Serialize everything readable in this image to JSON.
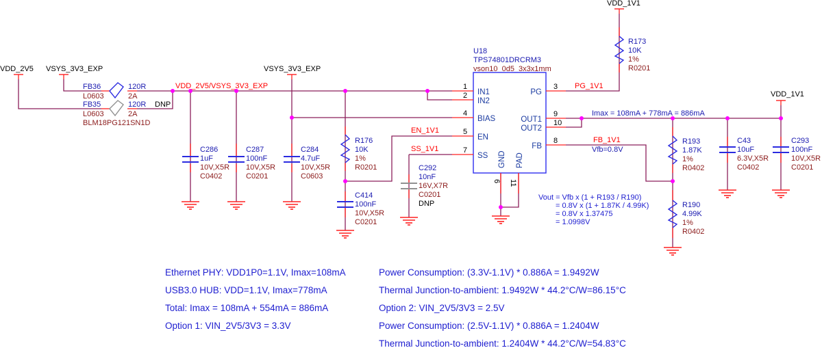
{
  "power_ports": {
    "vdd_2v5_left": "VDD_2V5",
    "vsys_left": "VSYS_3V3_EXP",
    "vsys_mid": "VSYS_3V3_EXP",
    "vdd_1v1_top": "VDD_1V1",
    "vdd_1v1_right": "VDD_1V1"
  },
  "nets": {
    "input_rail": "VDD_2V5/VSYS_3V3_EXP",
    "en": "EN_1V1",
    "ss": "SS_1V1",
    "pg": "PG_1V1",
    "fb": "FB_1V1",
    "fb_note": "Vfb=0.8V",
    "out_note": "Imax = 108mA + 778mA = 886mA"
  },
  "ferrite_beads": [
    {
      "ref": "FB36",
      "value": "120R",
      "footprint": "L0603",
      "rating": "2A",
      "dnp": ""
    },
    {
      "ref": "FB35",
      "value": "120R",
      "footprint": "L0603",
      "rating": "2A",
      "dnp": "DNP",
      "part": "BLM18PG121SN1D"
    }
  ],
  "ic": {
    "ref": "U18",
    "part": "TPS74801DRCRM3",
    "package": "vson10_0d5_3x3x1mm",
    "pins": {
      "in1": {
        "num": "1",
        "name": "IN1"
      },
      "in2": {
        "num": "2",
        "name": "IN2"
      },
      "bias": {
        "num": "4",
        "name": "BIAS"
      },
      "en": {
        "num": "5",
        "name": "EN"
      },
      "ss": {
        "num": "7",
        "name": "SS"
      },
      "gnd": {
        "num": "6",
        "name": "GND"
      },
      "pad": {
        "num": "11",
        "name": "PAD"
      },
      "pg": {
        "num": "3",
        "name": "PG"
      },
      "out1": {
        "num": "9",
        "name": "OUT1"
      },
      "out2": {
        "num": "10",
        "name": "OUT2"
      },
      "fb": {
        "num": "8",
        "name": "FB"
      }
    }
  },
  "capacitors": {
    "c286": {
      "ref": "C286",
      "value": "1uF",
      "rating": "10V,X5R",
      "footprint": "C0402"
    },
    "c287": {
      "ref": "C287",
      "value": "100nF",
      "rating": "10V,X5R",
      "footprint": "C0201"
    },
    "c284": {
      "ref": "C284",
      "value": "4.7uF",
      "rating": "10V,X5R",
      "footprint": "C0603"
    },
    "c414": {
      "ref": "C414",
      "value": "100nF",
      "rating": "10V,X5R",
      "footprint": "C0201"
    },
    "c292": {
      "ref": "C292",
      "value": "10nF",
      "rating": "16V,X7R",
      "footprint": "C0201",
      "dnp": "DNP"
    },
    "c43": {
      "ref": "C43",
      "value": "10uF",
      "rating": "6.3V,X5R",
      "footprint": "C0402"
    },
    "c293": {
      "ref": "C293",
      "value": "100nF",
      "rating": "10V,X5R",
      "footprint": "C0201"
    }
  },
  "resistors": {
    "r176": {
      "ref": "R176",
      "value": "10K",
      "tol": "1%",
      "footprint": "R0201"
    },
    "r173": {
      "ref": "R173",
      "value": "10K",
      "tol": "1%",
      "footprint": "R0201"
    },
    "r193": {
      "ref": "R193",
      "value": "1.87K",
      "tol": "1%",
      "footprint": "R0402"
    },
    "r190": {
      "ref": "R190",
      "value": "4.99K",
      "tol": "1%",
      "footprint": "R0402"
    }
  },
  "vout_formula": [
    "Vout = Vfb x (1 + R193 / R190)",
    "= 0.8V x (1 + 1.87K / 4.99K)",
    "= 0.8V x 1.37475",
    "= 1.0998V"
  ],
  "notes_left": [
    "Ethernet PHY: VDD1P0=1.1V, Imax=108mA",
    "USB3.0 HUB: VDD=1.1V, Imax=778mA",
    "Total: Imax = 108mA + 554mA = 886mA",
    "Option 1: VIN_2V5/3V3 = 3.3V"
  ],
  "notes_right": [
    "Power Consumption: (3.3V-1.1V) * 0.886A = 1.9492W",
    "Thermal Junction-to-ambient: 1.9492W * 44.2°C/W=86.15°C",
    "Option 2: VIN_2V5/3V3 = 2.5V",
    "Power Consumption: (2.5V-1.1V) * 0.886A = 1.2404W",
    "Thermal Junction-to-ambient: 1.2404W * 44.2°C/W=54.83°C"
  ]
}
